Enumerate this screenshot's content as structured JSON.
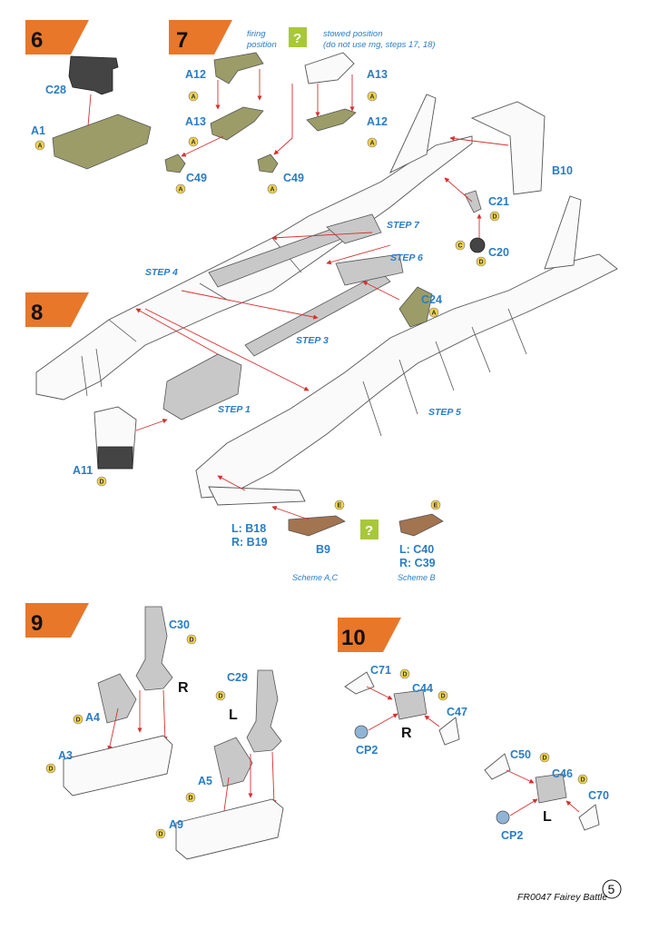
{
  "steps": {
    "s6": "6",
    "s7": "7",
    "s8": "8",
    "s9": "9",
    "s10": "10"
  },
  "step7_notes": {
    "firing_line1": "firing",
    "firing_line2": "position",
    "stowed_line1": "stowed position",
    "stowed_line2": "(do not use mg, steps 17, 18)",
    "question": "?"
  },
  "parts": {
    "c28": "C28",
    "a1": "A1",
    "a12_left": "A12",
    "a13_left": "A13",
    "c49_left": "C49",
    "c49_right": "C49",
    "a13_right": "A13",
    "a12_right": "A12",
    "b10": "B10",
    "c21": "C21",
    "c20": "C20",
    "c24": "C24",
    "a11": "A11",
    "lr_b_line1": "L: B18",
    "lr_b_line2": "R: B19",
    "b9": "B9",
    "lr_c_line1": "L: C40",
    "lr_c_line2": "R: C39",
    "c30": "C30",
    "a4": "A4",
    "a3": "A3",
    "c29": "C29",
    "a5": "A5",
    "a9": "A9",
    "c71": "C71",
    "c44": "C44",
    "c47": "C47",
    "cp2_top": "CP2",
    "c50": "C50",
    "c46": "C46",
    "c70": "C70",
    "cp2_bottom": "CP2"
  },
  "sprue_letters": {
    "a": "A",
    "c": "C",
    "d": "D",
    "e": "E"
  },
  "step_refs": {
    "step7": "STEP 7",
    "step6": "STEP 6",
    "step4": "STEP 4",
    "step3": "STEP 3",
    "step1": "STEP 1",
    "step5": "STEP 5"
  },
  "schemes": {
    "ac": "Scheme A,C",
    "b": "Scheme B",
    "question": "?"
  },
  "sides": {
    "r9": "R",
    "l9": "L",
    "r10": "R",
    "l10": "L"
  },
  "footer": {
    "model": "FR0047 Fairey Battle",
    "page": "5"
  }
}
